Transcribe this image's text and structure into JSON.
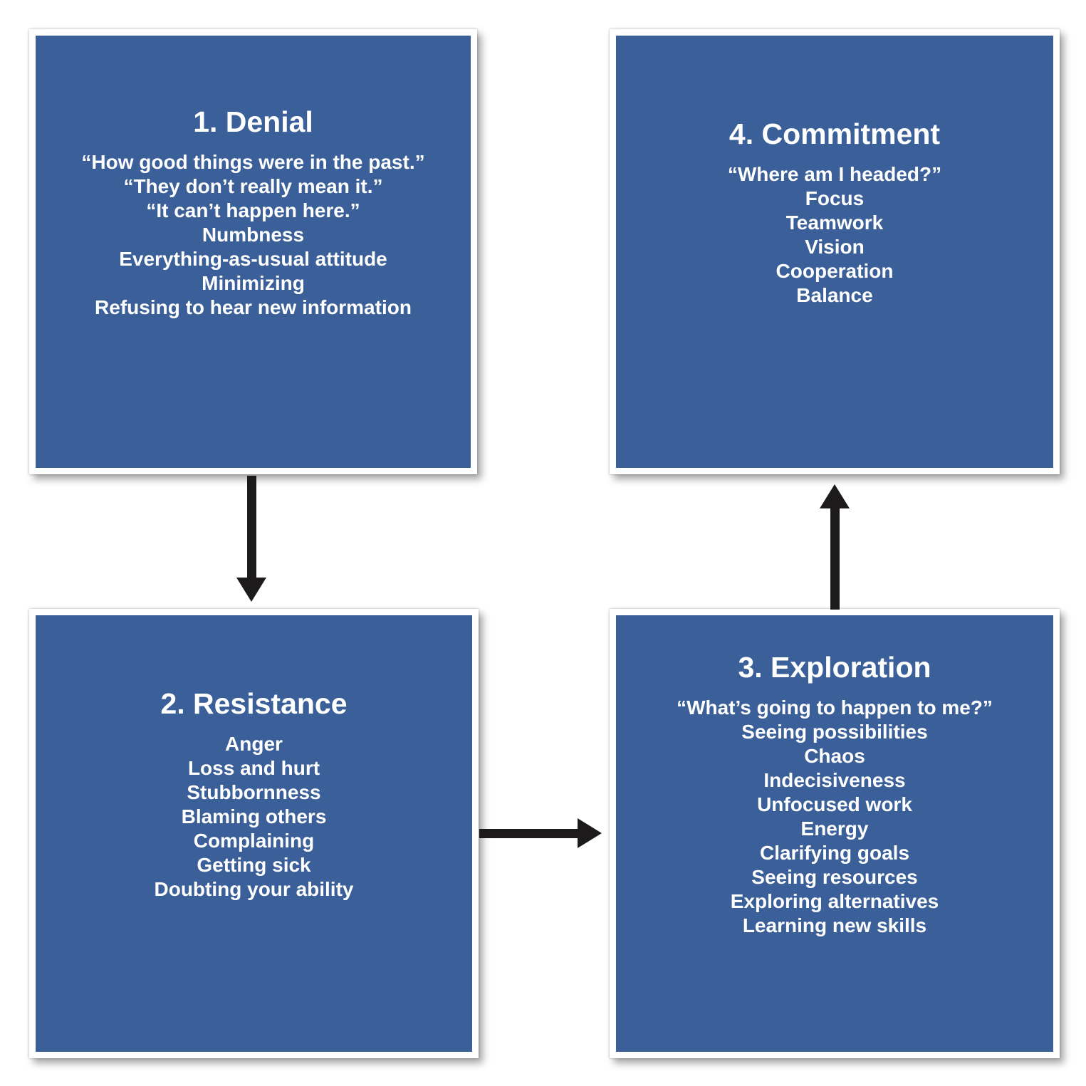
{
  "diagram": {
    "colors": {
      "background": "#ffffff",
      "box_fill": "#3b5f98",
      "box_border": "#ffffff",
      "text": "#ffffff",
      "arrow": "#1c1a1b"
    },
    "stages": [
      {
        "title": "1. Denial",
        "items": [
          "“How good things were in the past.”",
          "“They don’t really mean it.”",
          "“It can’t happen here.”",
          "Numbness",
          "Everything-as-usual attitude",
          "Minimizing",
          "Refusing to hear new information"
        ]
      },
      {
        "title": "2. Resistance",
        "items": [
          "Anger",
          "Loss and hurt",
          "Stubbornness",
          "Blaming others",
          "Complaining",
          "Getting sick",
          "Doubting your ability"
        ]
      },
      {
        "title": "3. Exploration",
        "items": [
          "“What’s going to happen to me?”",
          "Seeing possibilities",
          "Chaos",
          "Indecisiveness",
          "Unfocused work",
          "Energy",
          "Clarifying goals",
          "Seeing resources",
          "Exploring alternatives",
          "Learning new skills"
        ]
      },
      {
        "title": "4. Commitment",
        "items": [
          "“Where am I headed?”",
          "Focus",
          "Teamwork",
          "Vision",
          "Cooperation",
          "Balance"
        ]
      }
    ],
    "arrows": [
      {
        "from": "1. Denial",
        "to": "2. Resistance",
        "direction": "down"
      },
      {
        "from": "2. Resistance",
        "to": "3. Exploration",
        "direction": "right"
      },
      {
        "from": "3. Exploration",
        "to": "4. Commitment",
        "direction": "up"
      }
    ]
  }
}
